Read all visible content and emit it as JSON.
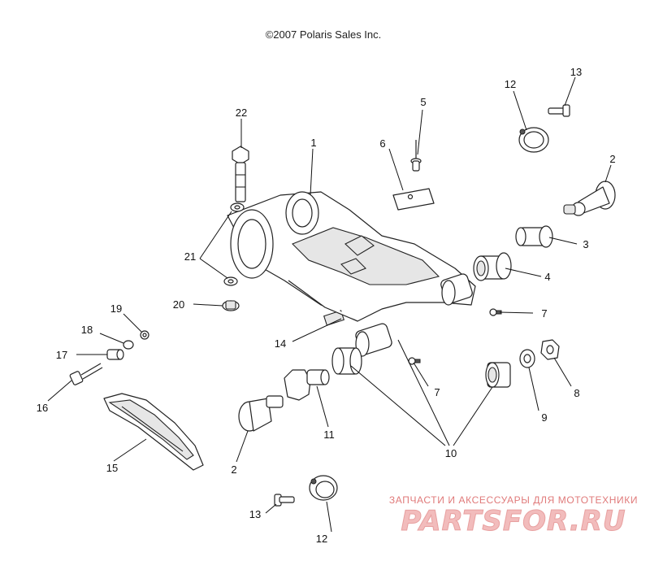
{
  "copyright": "©2007 Polaris Sales Inc.",
  "watermark": {
    "tagline": "ЗАПЧАСТИ И АКСЕССУАРЫ ДЛЯ МОТОТЕХНИКИ",
    "logo": "PARTSFOR.RU"
  },
  "callouts": {
    "c1": "1",
    "c2a": "2",
    "c2b": "2",
    "c3": "3",
    "c4": "4",
    "c5": "5",
    "c6": "6",
    "c7a": "7",
    "c7b": "7",
    "c8": "8",
    "c9": "9",
    "c10": "10",
    "c11": "11",
    "c12a": "12",
    "c12b": "12",
    "c13a": "13",
    "c13b": "13",
    "c14": "14",
    "c15": "15",
    "c16": "16",
    "c17": "17",
    "c18": "18",
    "c19": "19",
    "c20": "20",
    "c21": "21",
    "c22": "22"
  }
}
